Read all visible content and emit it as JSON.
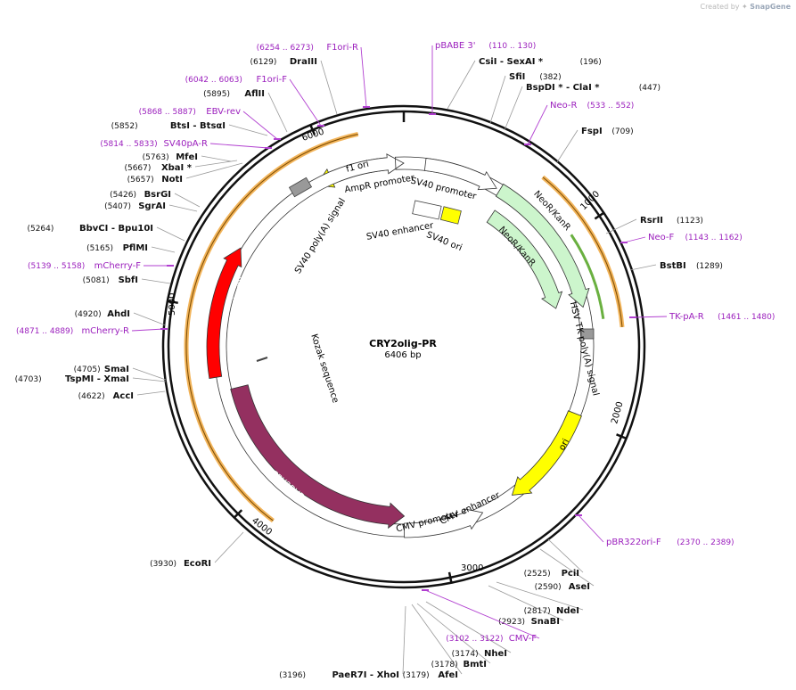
{
  "app": {
    "created_by": "Created by",
    "brand": "SnapGene"
  },
  "map": {
    "title": "CRY2olig-PR",
    "length_label": "6406 bp",
    "length": 6406
  },
  "colors": {
    "backbone": "#111111",
    "enzyme_label": "#111111",
    "primer": "#9b1fbd",
    "primer_line": "#b13fd0",
    "orf_orange": "#f2b45a",
    "orf_dark": "#7a4a00",
    "ori": "#ffff00",
    "cry2phr": "#943060",
    "mcherry": "#ff0000",
    "neokan": "#ccf5cc",
    "neo_primer_band": "#6ab040",
    "grey_box": "#999999",
    "white_feat": "#ffffff"
  },
  "ticks": [
    "1000",
    "2000",
    "3000",
    "4000",
    "5000",
    "6000"
  ],
  "enzymes": [
    {
      "name": "CsiI  -  SexAI *",
      "pos": "(196)"
    },
    {
      "name": "SfiI",
      "pos": "(382)"
    },
    {
      "name": "BspDI *  -  ClaI *",
      "pos": "(447)"
    },
    {
      "name": "FspI",
      "pos": "(709)"
    },
    {
      "name": "RsrII",
      "pos": "(1123)"
    },
    {
      "name": "BstBI",
      "pos": "(1289)"
    },
    {
      "name": "PciI",
      "pos": "(2525)"
    },
    {
      "name": "AseI",
      "pos": "(2590)"
    },
    {
      "name": "NdeI",
      "pos": "(2817)"
    },
    {
      "name": "SnaBI",
      "pos": "(2923)"
    },
    {
      "name": "NheI",
      "pos": "(3174)"
    },
    {
      "name": "BmtI",
      "pos": "(3178)"
    },
    {
      "name": "AfeI",
      "pos": "(3179)"
    },
    {
      "name": "PaeR7I  -  XhoI",
      "pos": "(3196)"
    },
    {
      "name": "EcoRI",
      "pos": "(3930)"
    },
    {
      "name": "AccI",
      "pos": "(4622)"
    },
    {
      "name": "TspMI  -  XmaI",
      "pos": "(4703)"
    },
    {
      "name": "SmaI",
      "pos": "(4705)"
    },
    {
      "name": "AhdI",
      "pos": "(4920)"
    },
    {
      "name": "SbfI",
      "pos": "(5081)"
    },
    {
      "name": "PflMI",
      "pos": "(5165)"
    },
    {
      "name": "BbvCI  -  Bpu10I",
      "pos": "(5264)"
    },
    {
      "name": "SgrAI",
      "pos": "(5407)"
    },
    {
      "name": "BsrGI",
      "pos": "(5426)"
    },
    {
      "name": "NotI",
      "pos": "(5657)"
    },
    {
      "name": "XbaI *",
      "pos": "(5667)"
    },
    {
      "name": "MfeI",
      "pos": "(5763)"
    },
    {
      "name": "BtsI  -  BtsαI",
      "pos": "(5852)"
    },
    {
      "name": "AflII",
      "pos": "(5895)"
    },
    {
      "name": "DraIII",
      "pos": "(6129)"
    }
  ],
  "primers": [
    {
      "name": "pBABE 3'",
      "range": "(110 .. 130)"
    },
    {
      "name": "Neo-R",
      "range": "(533 .. 552)"
    },
    {
      "name": "Neo-F",
      "range": "(1143 .. 1162)"
    },
    {
      "name": "TK-pA-R",
      "range": "(1461 .. 1480)"
    },
    {
      "name": "pBR322ori-F",
      "range": "(2370 .. 2389)"
    },
    {
      "name": "CMV-F",
      "range": "(3102 .. 3122)"
    },
    {
      "name": "mCherry-R",
      "range": "(4871 .. 4889)"
    },
    {
      "name": "mCherry-F",
      "range": "(5139 .. 5158)"
    },
    {
      "name": "SV40pA-R",
      "range": "(5814 .. 5833)"
    },
    {
      "name": "EBV-rev",
      "range": "(5868 .. 5887)"
    },
    {
      "name": "F1ori-F",
      "range": "(6042 .. 6063)"
    },
    {
      "name": "F1ori-R",
      "range": "(6254 .. 6273)"
    }
  ],
  "features": [
    {
      "name": "f1 ori"
    },
    {
      "name": "AmpR promoter"
    },
    {
      "name": "SV40 promoter"
    },
    {
      "name": "SV40 enhancer"
    },
    {
      "name": "SV40 ori"
    },
    {
      "name": "NeoR/KanR"
    },
    {
      "name": "NeoR/KanR"
    },
    {
      "name": "HSV TK poly(A) signal"
    },
    {
      "name": "ori"
    },
    {
      "name": "CMV enhancer"
    },
    {
      "name": "CMV promoter"
    },
    {
      "name": "CRY2PHR"
    },
    {
      "name": "mCherry"
    },
    {
      "name": "Kozak sequence"
    },
    {
      "name": "SV40 poly(A) signal"
    }
  ]
}
